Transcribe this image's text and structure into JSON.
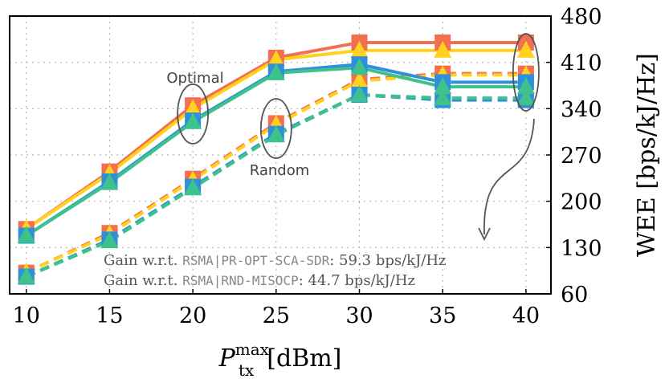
{
  "chart_data": {
    "type": "line",
    "xlabel_main": "P",
    "xlabel_sub": "tx",
    "xlabel_sup": "max",
    "xlabel_unit": "[dBm]",
    "ylabel": "WEE [bps/kJ/Hz]",
    "x": [
      10,
      15,
      20,
      25,
      30,
      35,
      40
    ],
    "xlim": [
      9,
      41.5
    ],
    "ylim": [
      60,
      480
    ],
    "y_ticks": [
      60,
      130,
      200,
      270,
      340,
      410,
      480
    ],
    "x_ticks": [
      10,
      15,
      20,
      25,
      30,
      35,
      40
    ],
    "y_axis_side": "right",
    "grid": true,
    "series": [
      {
        "group": "optimal",
        "color": "#f26f4f",
        "marker": "square",
        "dash": false,
        "values": [
          158,
          245,
          345,
          417,
          440,
          440,
          440
        ]
      },
      {
        "group": "optimal",
        "color": "#ffd21f",
        "marker": "triangle",
        "dash": false,
        "values": [
          158,
          242,
          340,
          414,
          428,
          428,
          428
        ]
      },
      {
        "group": "optimal",
        "color": "#2f8fdc",
        "marker": "square",
        "dash": false,
        "values": [
          148,
          230,
          322,
          396,
          407,
          380,
          380
        ]
      },
      {
        "group": "optimal",
        "color": "#3cc28a",
        "marker": "triangle",
        "dash": false,
        "values": [
          148,
          228,
          320,
          394,
          402,
          373,
          373
        ]
      },
      {
        "group": "random",
        "color": "#f26f4f",
        "marker": "square",
        "dash": true,
        "values": [
          92,
          152,
          234,
          318,
          384,
          393,
          393
        ]
      },
      {
        "group": "random",
        "color": "#ffd21f",
        "marker": "triangle",
        "dash": true,
        "values": [
          92,
          150,
          232,
          316,
          382,
          391,
          391
        ]
      },
      {
        "group": "random",
        "color": "#2f8fdc",
        "marker": "square",
        "dash": true,
        "values": [
          86,
          142,
          222,
          302,
          361,
          353,
          353
        ]
      },
      {
        "group": "random",
        "color": "#3cc28a",
        "marker": "triangle",
        "dash": true,
        "values": [
          86,
          140,
          220,
          300,
          361,
          356,
          356
        ]
      }
    ],
    "annotations": {
      "optimal_label": "Optimal",
      "random_label": "Random",
      "ellipses": [
        {
          "x": 20,
          "y": 332
        },
        {
          "x": 25,
          "y": 310
        },
        {
          "x": 40,
          "y": 395
        }
      ],
      "gain_lines": [
        {
          "prefix": "Gain w.r.t. ",
          "mono": "RSMA|PR-OPT-SCA-SDR",
          "suffix": ": 59.3 bps/kJ/Hz"
        },
        {
          "prefix": "Gain w.r.t. ",
          "mono": "RSMA|RND-MISOCP",
          "suffix": ": 44.7 bps/kJ/Hz"
        }
      ]
    }
  }
}
